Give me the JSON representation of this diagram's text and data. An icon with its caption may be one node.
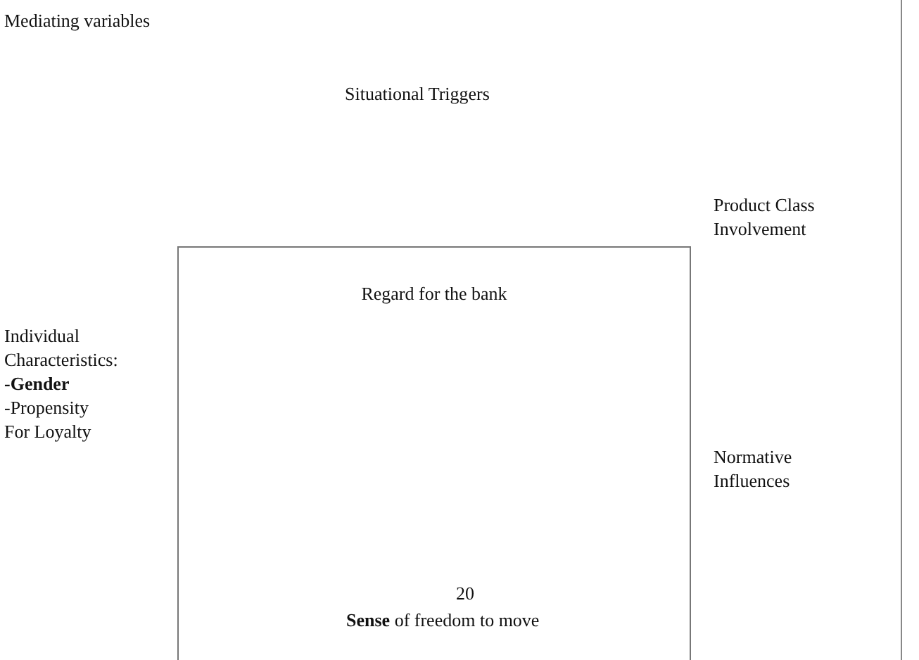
{
  "diagram": {
    "title": "Mediating variables",
    "nodes": [
      {
        "text": [
          "Regard for the bank",
          "**Sense** of freedom to move"
        ]
      }
    ],
    "labels": [
      "Situational Triggers",
      "Product Class Involvement",
      "Individual Characteristics:",
      "-Gender",
      "-Propensity For Loyalty",
      "Normative Influences",
      "20"
    ]
  }
}
